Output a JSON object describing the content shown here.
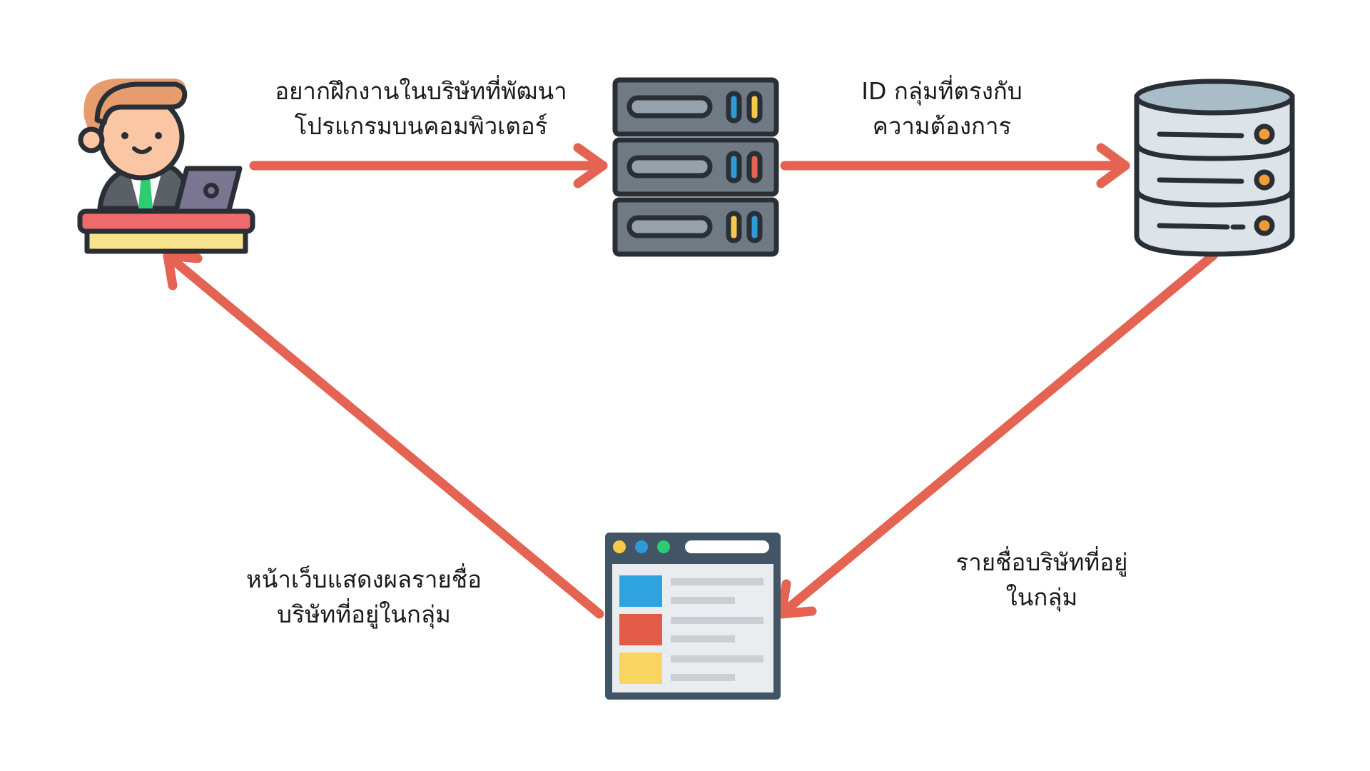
{
  "colors": {
    "arrow": "#E46352",
    "outline": "#2A2F36",
    "server_body": "#6F7A85",
    "server_slot": "#97A1AB",
    "led_blue": "#2D9BD9",
    "led_yellow": "#F7C94B",
    "led_red": "#E46352",
    "db_top": "#A9BDC8",
    "db_body": "#DDE4E9",
    "db_led": "#F29B39",
    "browser_bar": "#415566",
    "browser_page": "#E9EDF0",
    "block_blue": "#2FA3E0",
    "block_red": "#E25A48",
    "block_yellow": "#FAD461",
    "hair": "#E79C6E",
    "skin": "#FBC6A4",
    "laptop": "#7A7590",
    "desk_top": "#EE6B6B",
    "desk_front": "#F8E38D",
    "tie": "#2ECC71"
  },
  "nodes": {
    "user": {
      "icon": "person-laptop-icon"
    },
    "server": {
      "icon": "server-rack-icon"
    },
    "database": {
      "icon": "database-icon"
    },
    "webpage": {
      "icon": "browser-window-icon"
    }
  },
  "edges": {
    "user_to_server": {
      "line1": "อยากฝึกงานในบริษัทที่พัฒนา",
      "line2": "โปรแกรมบนคอมพิวเตอร์"
    },
    "server_to_database": {
      "line1": "ID กลุ่มที่ตรงกับ",
      "line2": "ความต้องการ"
    },
    "database_to_webpage": {
      "line1": "รายชื่อบริษัทที่อยู่",
      "line2": "ในกลุ่ม"
    },
    "webpage_to_user": {
      "line1": "หน้าเว็บแสดงผลรายชื่อ",
      "line2": "บริษัทที่อยู่ในกลุ่ม"
    }
  }
}
